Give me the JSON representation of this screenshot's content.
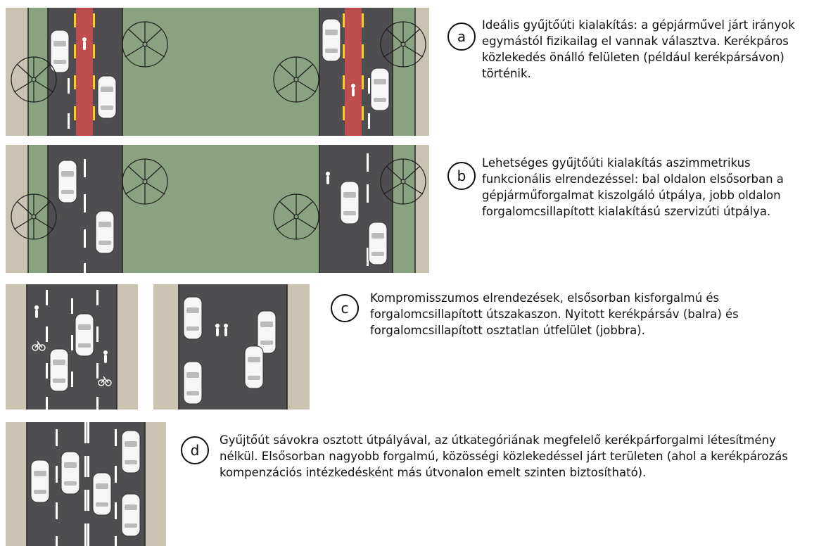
{
  "colors": {
    "asphalt": "#4e4e50",
    "green_strip": "#89a27f",
    "sidewalk": "#cbc3b2",
    "bike_lane": "#bf4d4d",
    "yellow_marking": "#f3d020",
    "white_marking": "#ffffff"
  },
  "items": [
    {
      "letter": "a",
      "text": "Ideális gyűjtőúti kialakítás: a gépjárművel járt irányok egymástól fizikailag el vannak választva. Kerékpáros közlekedés önálló felületen (például kerékpársávon) történik."
    },
    {
      "letter": "b",
      "text": "Lehetséges gyűjtőúti kialakítás aszimmetrikus funkcionális elrendezéssel: bal oldalon elsősorban a gépjárműforgalmat kiszolgáló útpálya, jobb oldalon forgalomcsillapított kialakítású szervizúti útpálya."
    },
    {
      "letter": "c",
      "text": "Kompromisszumos elrendezések, elsősorban kisforgalmú és forgalomcsillapított útszakaszon. Nyitott kerékpársáv (balra) és forgalomcsillapított osztatlan útfelület (jobbra)."
    },
    {
      "letter": "d",
      "text": "Gyűjtőút sávokra osztott útpályával, az útkategóriának megfelelő kerékpárforgalmi létesítmény nélkül. Elsősorban nagyobb forgalmú, közösségi közlekedéssel járt területen (ahol a kerékpározás kompenzációs intézkedésként más útvonalon emelt szinten biztosítható)."
    }
  ]
}
